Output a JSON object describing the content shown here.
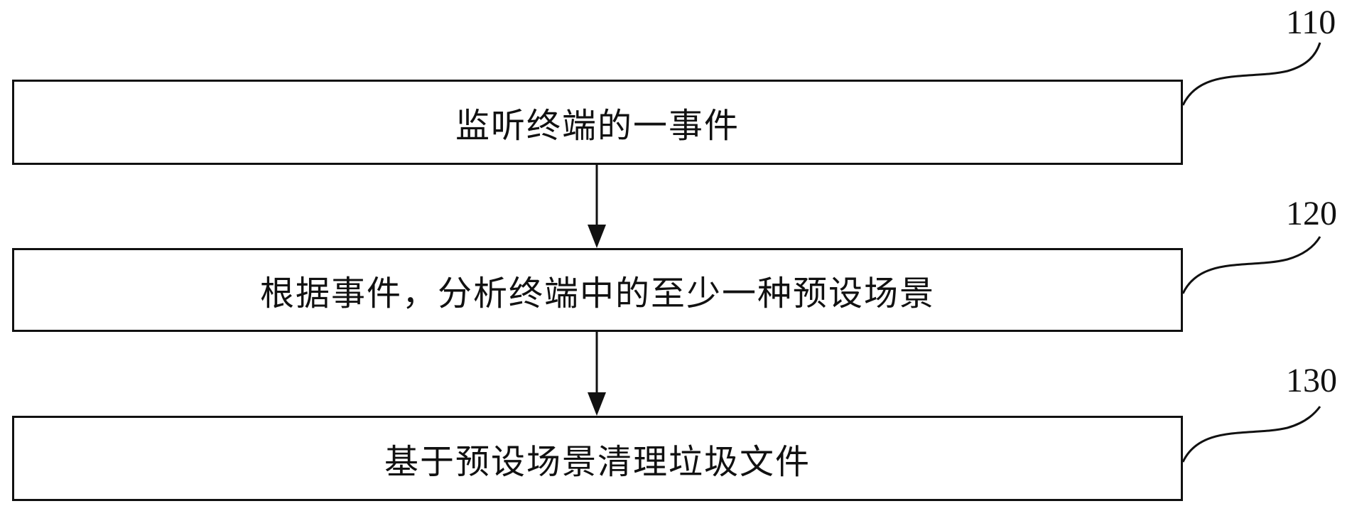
{
  "steps": [
    {
      "id": "110",
      "text": "监听终端的一事件"
    },
    {
      "id": "120",
      "text": "根据事件，分析终端中的至少一种预设场景"
    },
    {
      "id": "130",
      "text": "基于预设场景清理垃圾文件"
    }
  ]
}
